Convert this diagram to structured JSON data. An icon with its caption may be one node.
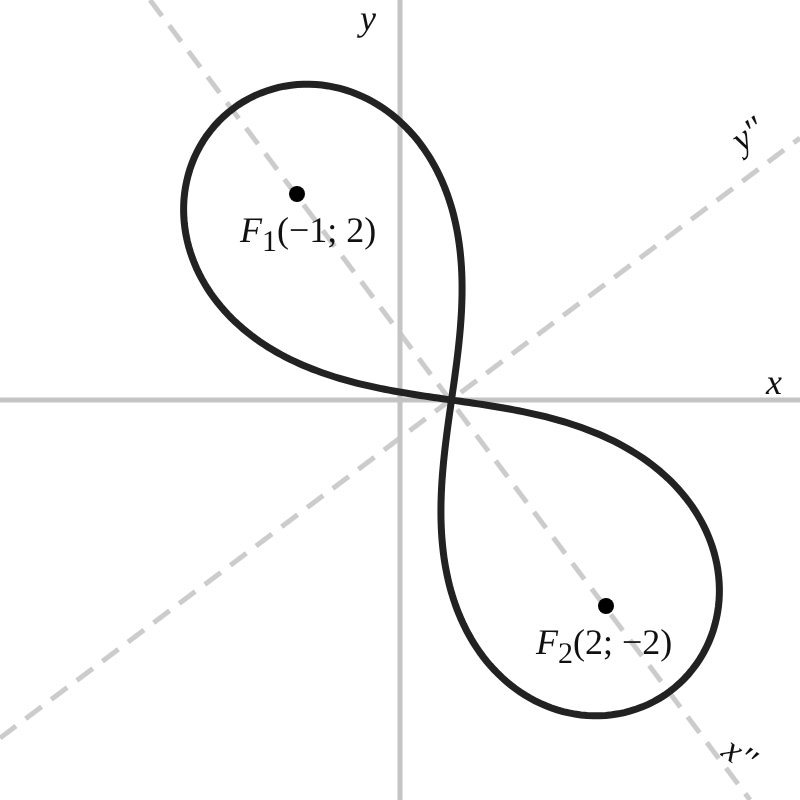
{
  "diagram": {
    "labels": [
      "y",
      "y''",
      "*F*$_{1}$(−1; 2)",
      "x",
      "*F*$_{2}$(2; −2)",
      "x''"
    ]
  }
}
